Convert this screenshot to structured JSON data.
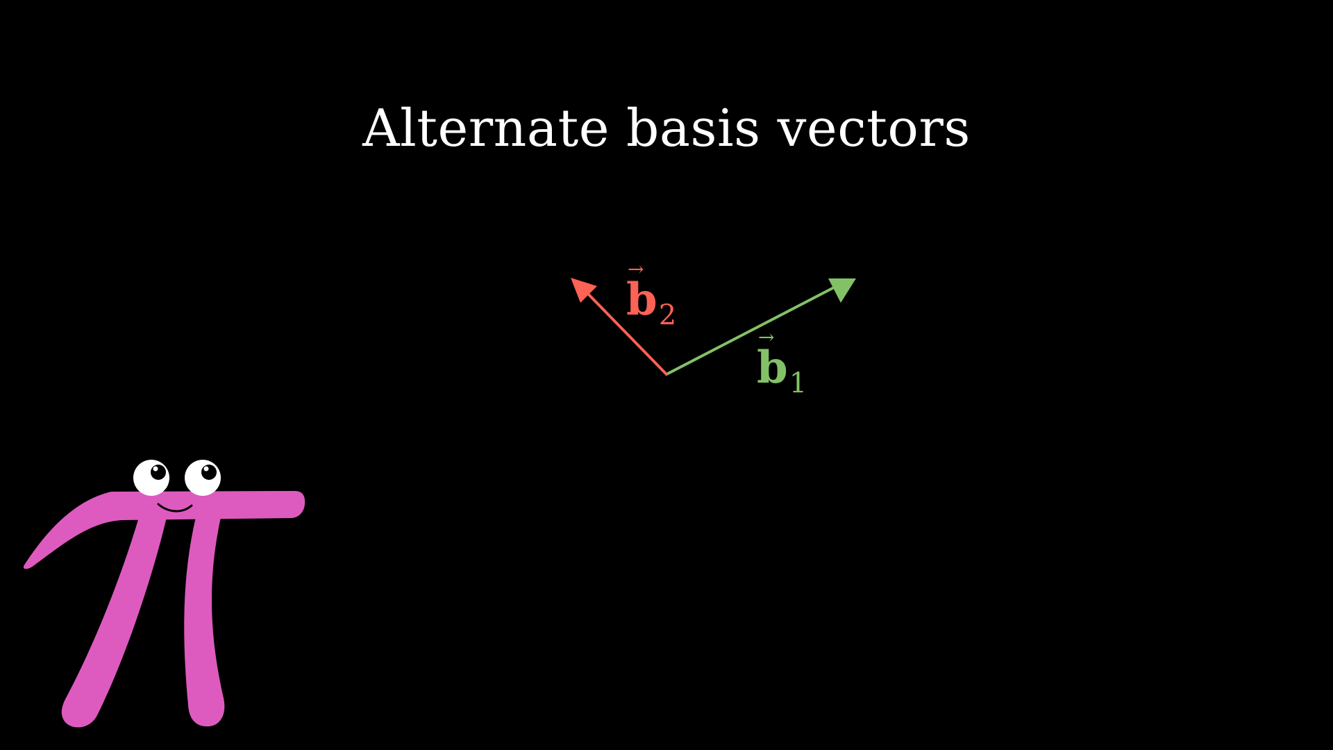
{
  "title": "Alternate basis vectors",
  "vectors": [
    {
      "id": "b1",
      "symbol": "b",
      "arrow": "→",
      "subscript": "1",
      "color": "#83c167"
    },
    {
      "id": "b2",
      "symbol": "b",
      "arrow": "→",
      "subscript": "2",
      "color": "#fc6255"
    }
  ],
  "character": {
    "name": "pi-creature",
    "color": "#dd5bbf"
  },
  "background_color": "#000000"
}
